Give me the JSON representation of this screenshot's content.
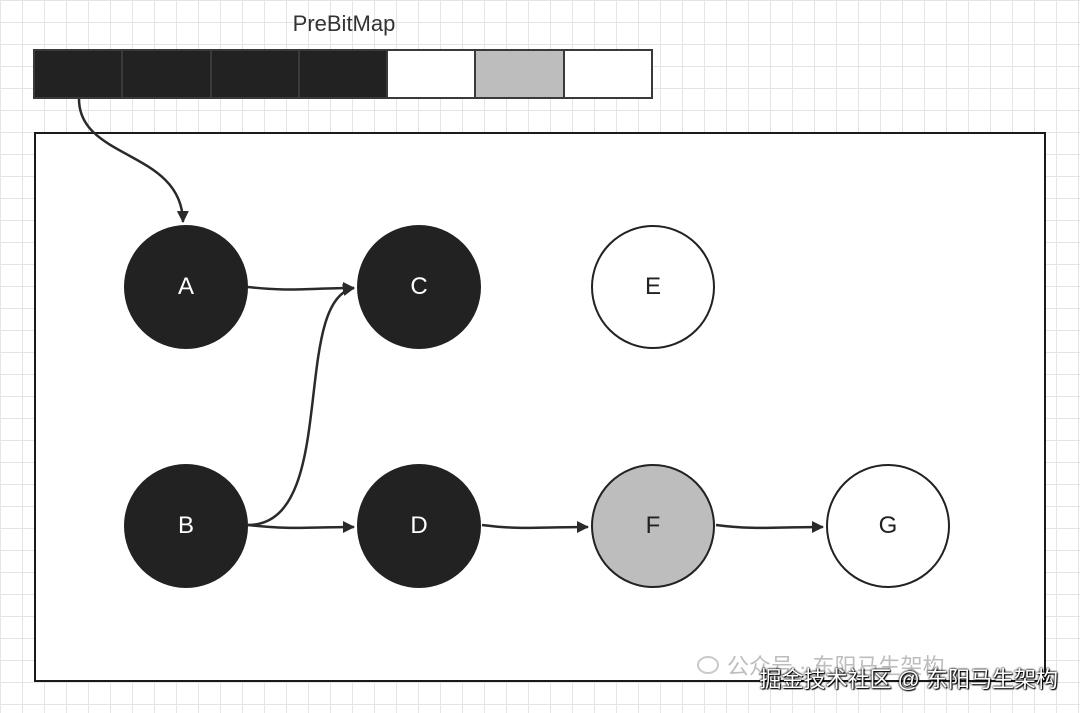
{
  "bitmap": {
    "label": "PreBitMap",
    "cells": [
      "#222222",
      "#222222",
      "#222222",
      "#222222",
      "#ffffff",
      "#bdbdbd",
      "#ffffff"
    ]
  },
  "colors": {
    "marked": "#222222",
    "unmarked": "#ffffff",
    "gray": "#bdbdbd"
  },
  "nodes": {
    "A": {
      "label": "A",
      "color": "#222222",
      "text": "#ffffff"
    },
    "B": {
      "label": "B",
      "color": "#222222",
      "text": "#ffffff"
    },
    "C": {
      "label": "C",
      "color": "#222222",
      "text": "#ffffff"
    },
    "D": {
      "label": "D",
      "color": "#222222",
      "text": "#ffffff"
    },
    "E": {
      "label": "E",
      "color": "#ffffff",
      "text": "#222222"
    },
    "F": {
      "label": "F",
      "color": "#bdbdbd",
      "text": "#222222"
    },
    "G": {
      "label": "G",
      "color": "#ffffff",
      "text": "#222222"
    }
  },
  "edges": [
    {
      "from": "bitmap-cell-1",
      "to": "A"
    },
    {
      "from": "A",
      "to": "C"
    },
    {
      "from": "B",
      "to": "C"
    },
    {
      "from": "B",
      "to": "D"
    },
    {
      "from": "D",
      "to": "F"
    },
    {
      "from": "F",
      "to": "G"
    }
  ],
  "watermark": {
    "text": "公众号 · 东阳马生架构"
  },
  "footer": {
    "text": "掘金技术社区 @ 东阳马生架构"
  }
}
